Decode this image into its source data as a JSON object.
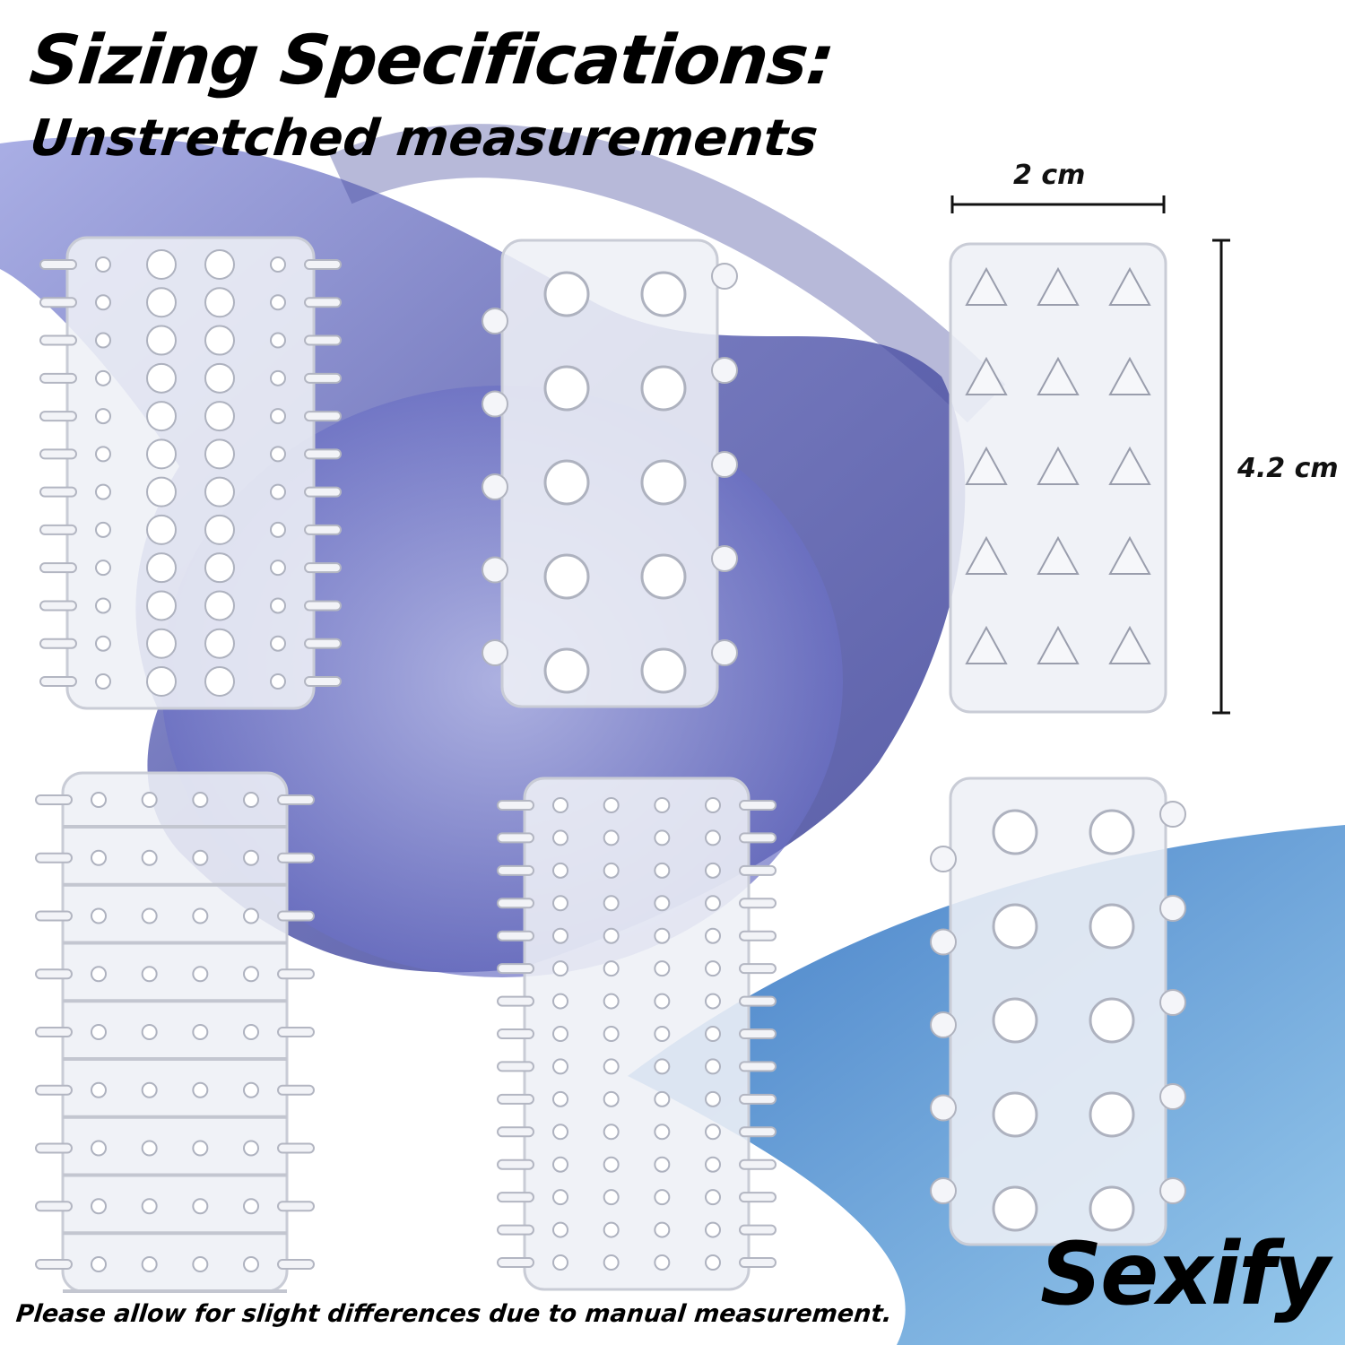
{
  "header": {
    "title": "Sizing Specifications:",
    "subtitle": "Unstretched measurements"
  },
  "dimensions": {
    "width_label": "2 cm",
    "height_label": "4.2 cm"
  },
  "footer": {
    "note": "Please allow for slight differences due to manual measurement."
  },
  "brand": {
    "logo_text": "Sexify"
  },
  "products": [
    {
      "style": "spiked-and-dotted"
    },
    {
      "style": "large-nubs"
    },
    {
      "style": "pyramid-studs"
    },
    {
      "style": "ribbed-spikes"
    },
    {
      "style": "dense-spikes"
    },
    {
      "style": "large-nubs"
    }
  ],
  "colors": {
    "background_swirl": "#5a5fb0",
    "swirl_light": "#8a90d8",
    "swirl_cyan": "#4a9ad8",
    "text": "#000000"
  }
}
